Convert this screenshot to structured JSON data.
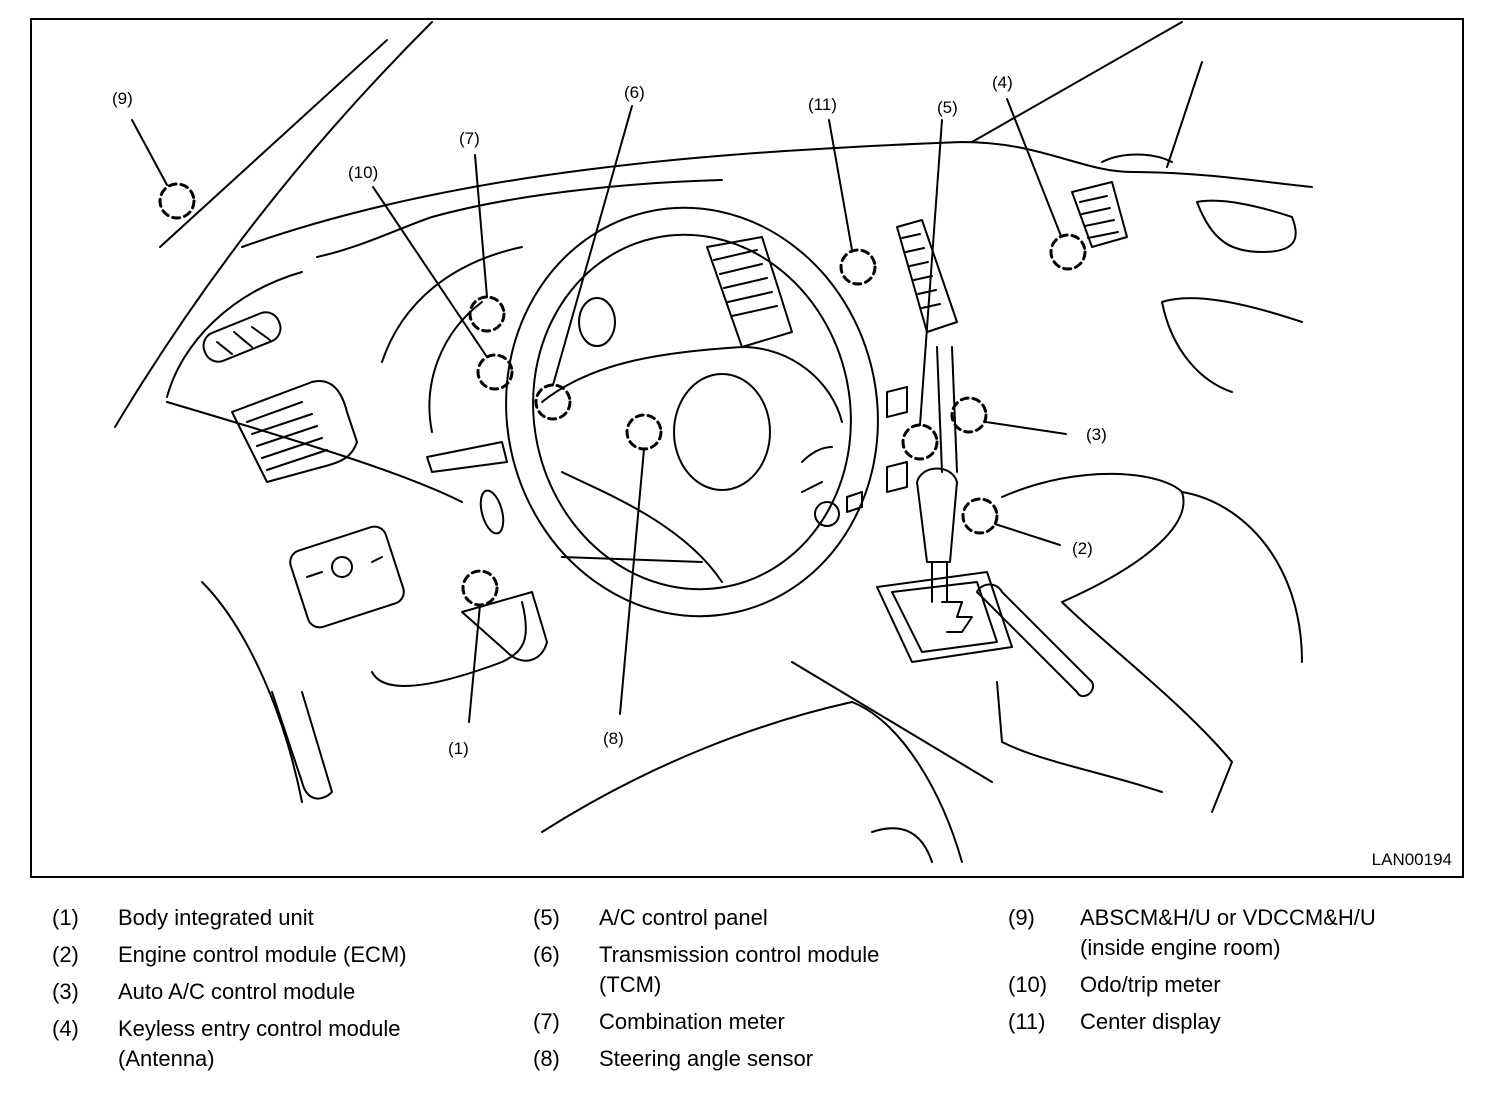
{
  "figure": {
    "id_label": "LAN00194",
    "callouts": [
      {
        "num": "1",
        "label": "(1)"
      },
      {
        "num": "2",
        "label": "(2)"
      },
      {
        "num": "3",
        "label": "(3)"
      },
      {
        "num": "4",
        "label": "(4)"
      },
      {
        "num": "5",
        "label": "(5)"
      },
      {
        "num": "6",
        "label": "(6)"
      },
      {
        "num": "7",
        "label": "(7)"
      },
      {
        "num": "8",
        "label": "(8)"
      },
      {
        "num": "9",
        "label": "(9)"
      },
      {
        "num": "10",
        "label": "(10)"
      },
      {
        "num": "11",
        "label": "(11)"
      }
    ]
  },
  "legend": {
    "columns": [
      [
        {
          "num": "(1)",
          "text": "Body integrated unit"
        },
        {
          "num": "(2)",
          "text": "Engine control module (ECM)"
        },
        {
          "num": "(3)",
          "text": "Auto A/C control module"
        },
        {
          "num": "(4)",
          "text": "Keyless entry control module\n(Antenna)"
        }
      ],
      [
        {
          "num": "(5)",
          "text": "A/C control panel"
        },
        {
          "num": "(6)",
          "text": "Transmission control module\n(TCM)"
        },
        {
          "num": "(7)",
          "text": "Combination meter"
        },
        {
          "num": "(8)",
          "text": "Steering angle sensor"
        }
      ],
      [
        {
          "num": "(9)",
          "text": "ABSCM&H/U or VDCCM&H/U\n(inside engine room)"
        },
        {
          "num": "(10)",
          "text": "Odo/trip meter"
        },
        {
          "num": "(11)",
          "text": "Center display"
        }
      ]
    ]
  }
}
